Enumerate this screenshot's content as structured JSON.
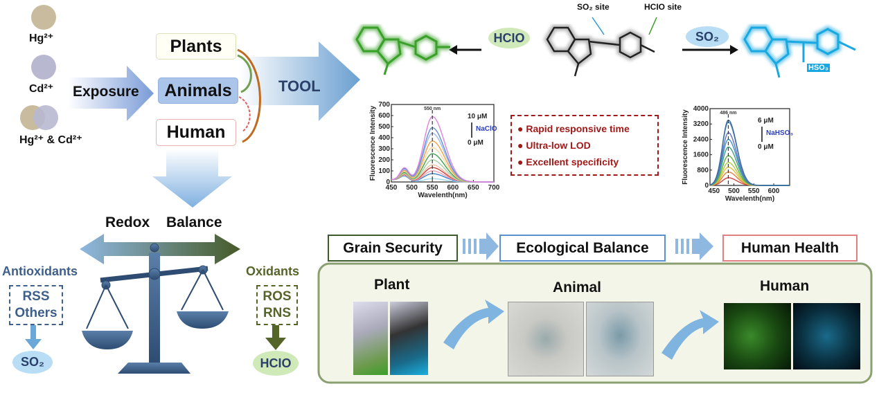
{
  "exposure": {
    "ions": [
      "Hg²⁺",
      "Cd²⁺",
      "Hg²⁺ & Cd²⁺"
    ],
    "arrow_label": "Exposure",
    "targets": [
      "Plants",
      "Animals",
      "Human"
    ],
    "tool_label": "TOOL"
  },
  "reaction": {
    "sites": [
      "SO₂ site",
      "HCIO site"
    ],
    "hclo_reagent": "HCIO",
    "so2_reagent": "SO₂",
    "hso3_label": "HSO₃"
  },
  "features": [
    "Rapid responsive time",
    "Ultra-low LOD",
    "Excellent specificity"
  ],
  "redox": {
    "title_left": "Redox",
    "title_right": "Balance",
    "antioxidants": "Antioxidants",
    "antioxidant_items": [
      "RSS",
      "Others"
    ],
    "antioxidant_product": "SO₂",
    "oxidants": "Oxidants",
    "oxidant_items": [
      "ROS",
      "RNS"
    ],
    "oxidant_product": "HCIO"
  },
  "applications": {
    "categories": [
      "Grain Security",
      "Ecological Balance",
      "Human Health"
    ],
    "panels": [
      "Plant",
      "Animal",
      "Human"
    ]
  },
  "colors": {
    "green": "#3aa02a",
    "blue": "#1aa8e0",
    "red": "#a01818",
    "navy": "#2a3f6a",
    "olive": "#55652a"
  },
  "chart_data": [
    {
      "type": "line",
      "title": "",
      "xlabel": "Wavelenth(nm)",
      "ylabel": "Fluorescence Intensity",
      "xlim": [
        450,
        700
      ],
      "ylim": [
        0,
        700
      ],
      "xticks": [
        450,
        500,
        550,
        600,
        650,
        700
      ],
      "yticks": [
        0,
        100,
        200,
        300,
        400,
        500,
        600,
        700
      ],
      "peak_annotation": "550 nm",
      "peak_wavelength": 550,
      "conc_high": "10 μM",
      "conc_low": "0 μM",
      "analyte": "NaClO",
      "series_peaks": [
        30,
        75,
        100,
        130,
        155,
        200,
        255,
        310,
        370,
        440,
        490,
        590
      ],
      "series_colors": [
        "#9fd8f0",
        "#3a7fd0",
        "#f0a0b0",
        "#d04040",
        "#f0c0a0",
        "#a0d0a0",
        "#40a050",
        "#f8d8a0",
        "#f0a040",
        "#a0b8f0",
        "#6090d0",
        "#e080e0"
      ]
    },
    {
      "type": "line",
      "title": "",
      "xlabel": "Wavelenth(nm)",
      "ylabel": "Fluorescence Intensity",
      "xlim": [
        440,
        640
      ],
      "ylim": [
        0,
        4000
      ],
      "xticks": [
        450,
        500,
        550,
        600
      ],
      "yticks": [
        0,
        800,
        1600,
        2400,
        3200,
        4000
      ],
      "peak_annotation": "486 nm",
      "peak_wavelength": 486,
      "conc_high": "6 μM",
      "conc_low": "0 μM",
      "analyte": "NaHSO₃",
      "series_peaks": [
        400,
        700,
        950,
        1200,
        1550,
        2000,
        2400,
        2750,
        3300,
        3400
      ],
      "series_colors": [
        "#d04040",
        "#e08040",
        "#e0c040",
        "#b0c840",
        "#60b040",
        "#40a080",
        "#4090c0",
        "#6070c0",
        "#5090c0",
        "#3a6a9a"
      ]
    }
  ]
}
